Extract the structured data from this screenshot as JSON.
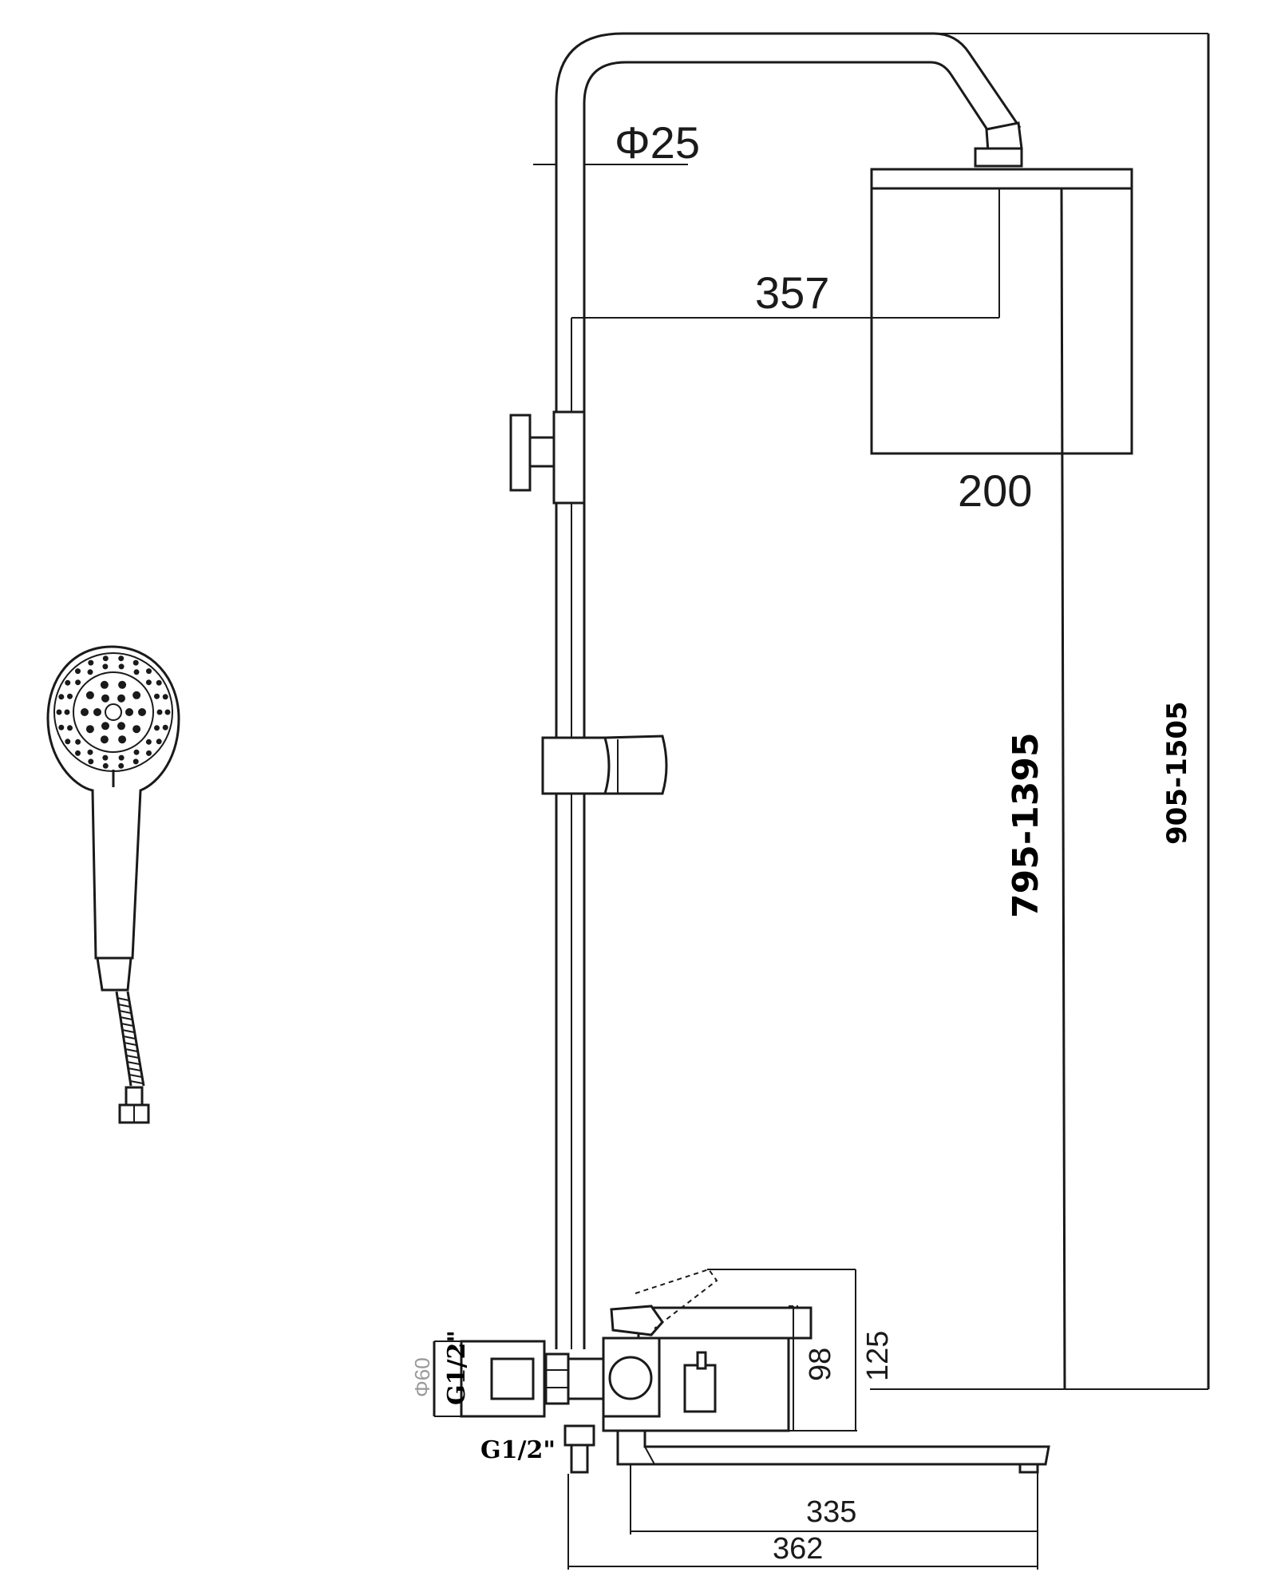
{
  "colors": {
    "line": "#1a1a1a",
    "background": "#ffffff",
    "muted_label": "#9a9a9a"
  },
  "dimensions": {
    "pipe_diameter": "Φ25",
    "arm_reach": "357",
    "head_size": "200",
    "height_range_inner": "795-1395",
    "height_range_outer": "905-1505",
    "mixer_height_98": "98",
    "mixer_height_125": "125",
    "spout_length": "335",
    "total_depth": "362",
    "eccentric_diameter": "Φ60",
    "inlet_thread": "G1/2\"",
    "outlet_thread": "G1/2\""
  },
  "icons": [
    "hand-shower-icon",
    "shower-hose-icon"
  ]
}
